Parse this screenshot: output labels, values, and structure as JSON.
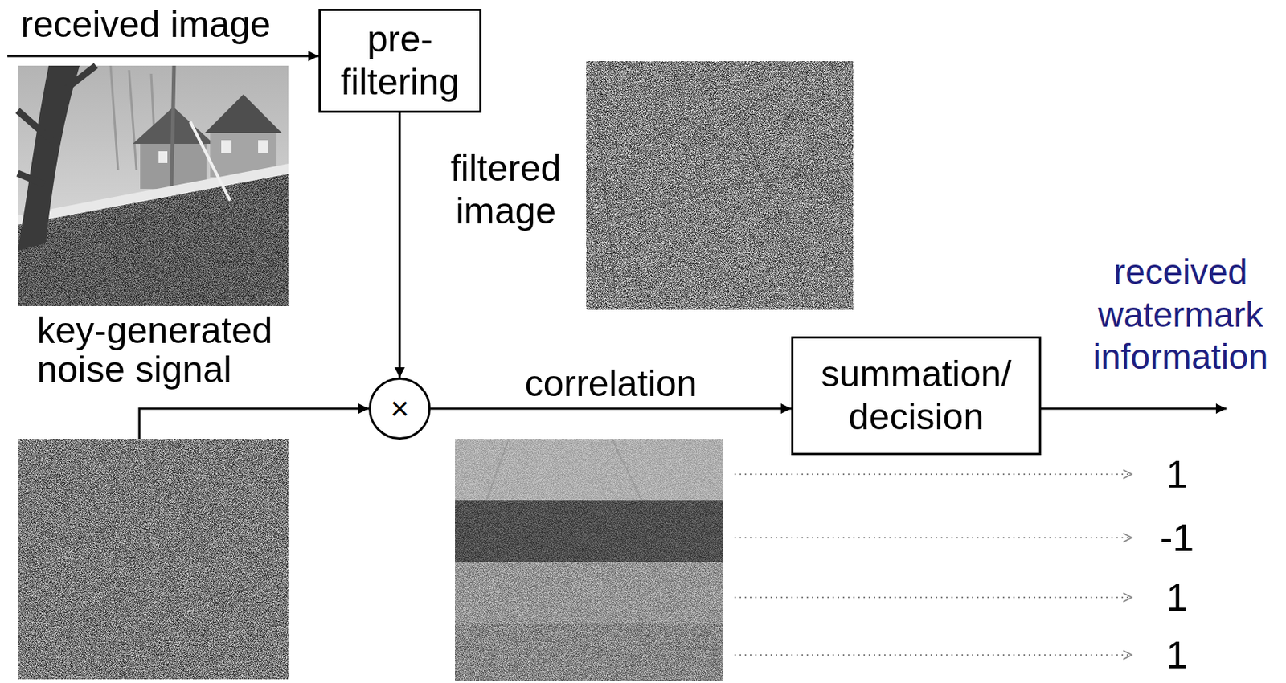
{
  "diagram": {
    "nodes": [
      {
        "text": [
          "pre- filtering"
        ]
      },
      {
        "text": [
          "×"
        ]
      },
      {
        "text": [
          "summation/ decision"
        ]
      }
    ],
    "edges": [
      {
        "from": 0,
        "to": 1,
        "arrow": "to"
      },
      {
        "from": 1,
        "to": 2,
        "label": "correlation",
        "arrow": "to"
      }
    ],
    "labels": [
      "received image",
      "filtered image",
      "key-generated noise signal",
      "received watermark information",
      "1",
      "-1",
      "1",
      "1"
    ]
  }
}
